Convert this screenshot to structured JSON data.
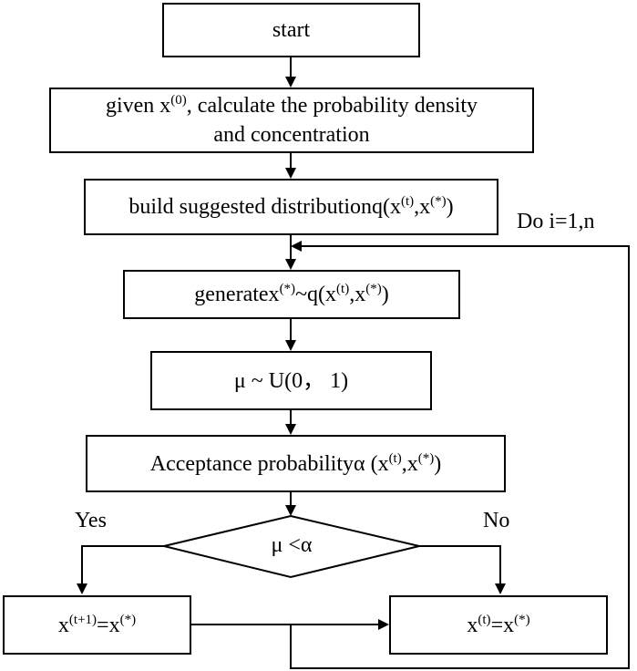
{
  "nodes": {
    "start": "start",
    "given": {
      "prefix": "given x",
      "sup": "(0)",
      "line1_rest": ", calculate the probability density",
      "line2": "and concentration"
    },
    "build": {
      "prefix": "build suggested distributionq(x",
      "sup1": "(t)",
      "mid": ",x",
      "sup2": "(*)",
      "suffix": ")"
    },
    "generate": {
      "prefix": "generatex",
      "sup1": "(*)",
      "mid1": "~q(x",
      "sup2": "(t)",
      "mid2": ",x",
      "sup3": "(*)",
      "suffix": ")"
    },
    "mu": "μ ~ U(0， 1)",
    "acceptance": {
      "prefix": "Acceptance probabilityα (x",
      "sup1": "(t)",
      "mid": ",x",
      "sup2": "(*)",
      "suffix": ")"
    },
    "decision": "μ <α",
    "yes_box": {
      "prefix": "x",
      "sup1": "(t+1)",
      "mid": "=x",
      "sup2": "(*)"
    },
    "no_box": {
      "prefix": "x",
      "sup1": "(t)",
      "mid": "=x",
      "sup2": "(*)"
    }
  },
  "labels": {
    "loop": "Do i=1,n",
    "yes": "Yes",
    "no": "No"
  }
}
